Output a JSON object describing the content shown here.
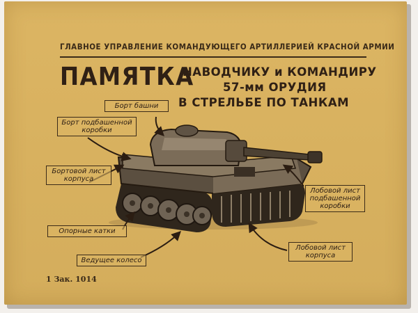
{
  "header": {
    "directorate": "ГЛАВНОЕ УПРАВЛЕНИЕ КОМАНДУЮЩЕГО АРТИЛЛЕРИЕЙ КРАСНОЙ АРМИИ"
  },
  "title": {
    "main": "ПАМЯТКА",
    "line1": "НАВОДЧИКУ и КОМАНДИРУ",
    "line2": "57-мм ОРУДИЯ",
    "line3": "В СТРЕЛЬБЕ ПО ТАНКАМ"
  },
  "labels": {
    "turret_side": "Борт башни",
    "superstructure_side": "Борт подбашенной коробки",
    "hull_side": "Бортовой лист корпуса",
    "road_wheels": "Опорные катки",
    "drive_sprocket": "Ведущее колесо",
    "superstructure_front": "Лобовой лист подбашенной коробки",
    "hull_front": "Лобовой лист корпуса"
  },
  "footer": {
    "order": "1 Зак. 1014"
  }
}
